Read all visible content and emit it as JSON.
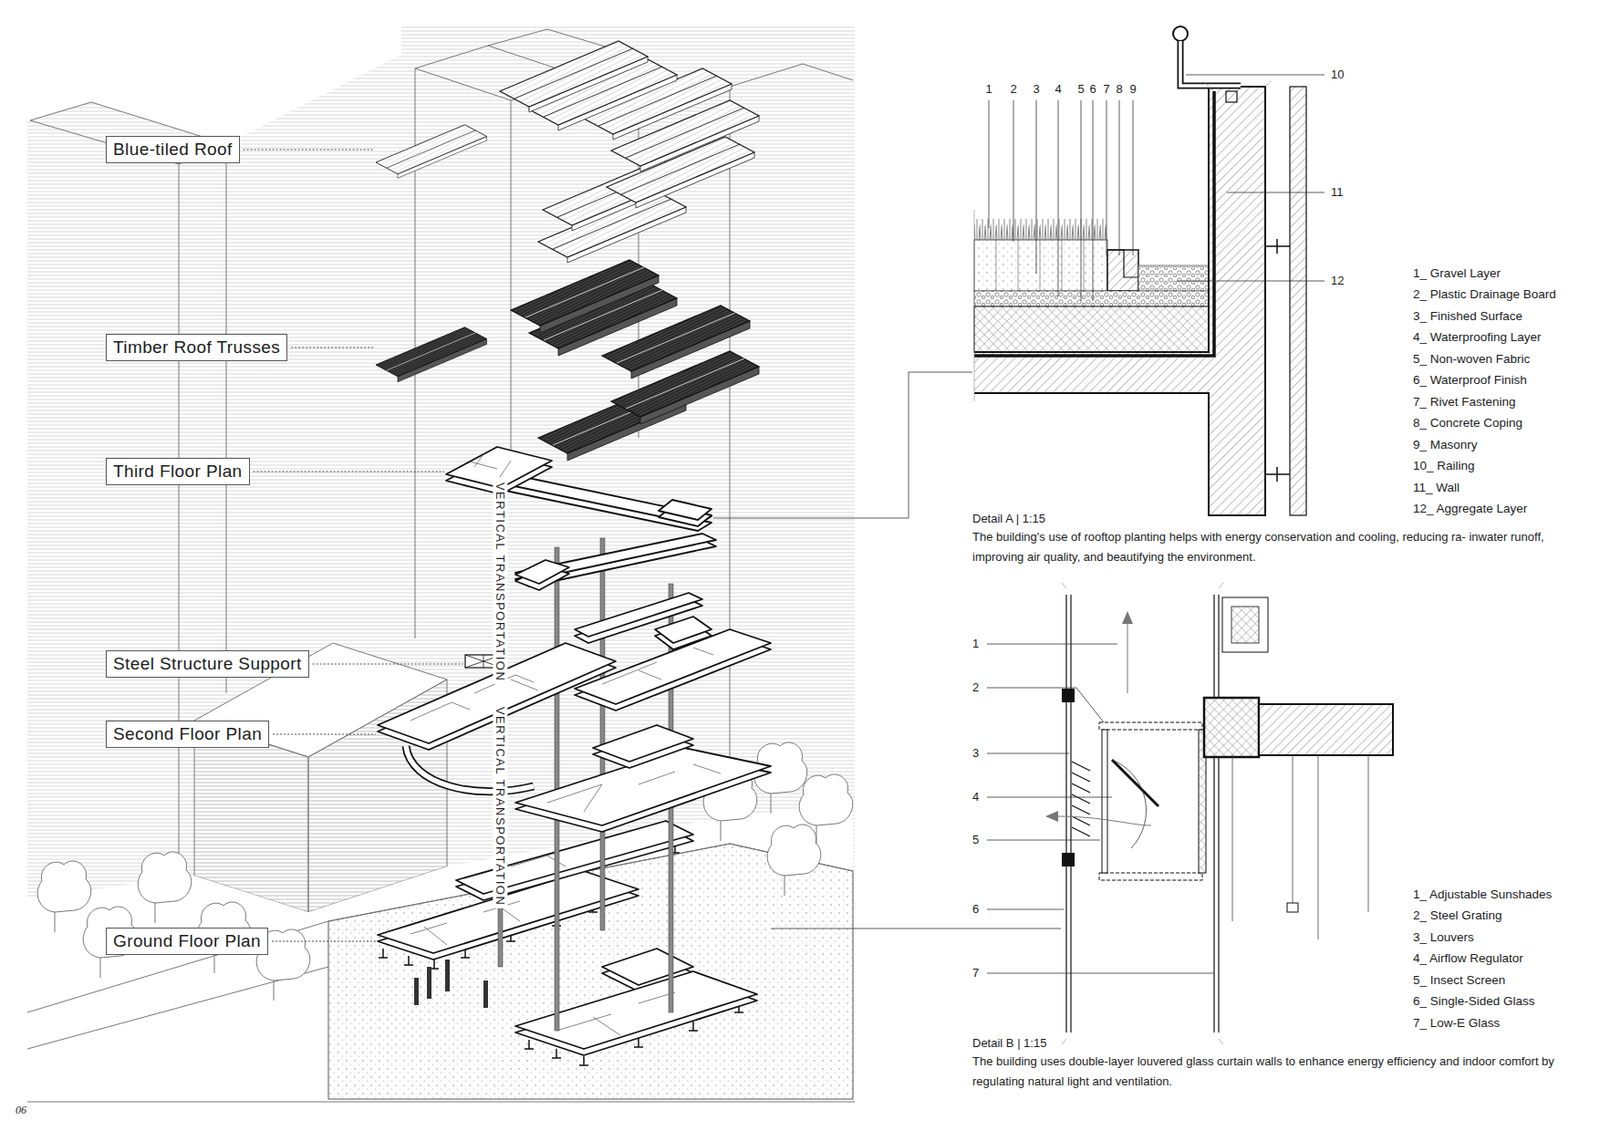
{
  "diagram": {
    "nodes": [
      {
        "text": [
          "Blue-tiled Roof"
        ]
      },
      {
        "text": [
          "Timber Roof Trusses"
        ]
      },
      {
        "text": [
          "Third Floor Plan"
        ]
      },
      {
        "text": [
          "Steel Structure Support"
        ]
      },
      {
        "text": [
          "Second Floor Plan"
        ]
      },
      {
        "text": [
          "Ground Floor Plan"
        ]
      }
    ],
    "labels": [
      "VERTICAL TRANSPORTATION",
      "VERTICAL TRANSPORTATION",
      "1",
      "2",
      "3",
      "4",
      "5",
      "6",
      "7",
      "8",
      "9",
      "10",
      "11",
      "12",
      "1_ Gravel Layer",
      "2_ Plastic Drainage Board",
      "3_ Finished Surface",
      "4_ Waterproofing Layer",
      "5_ Non-woven Fabric",
      "6_ Waterproof Finish",
      "7_ Rivet Fastening",
      "8_ Concrete Coping",
      "9_ Masonry",
      "10_ Railing",
      "11_ Wall",
      "12_ Aggregate Layer",
      "Detail A | 1:15",
      "The building's use of rooftop planting helps with energy conservation and cooling, reducing ra- inwater runoff, improving air quality, and beautifying the environment.",
      "1",
      "2",
      "3",
      "4",
      "5",
      "6",
      "7",
      "1_ Adjustable Sunshades",
      "2_ Steel Grating",
      "3_ Louvers",
      "4_ Airflow Regulator",
      "5_ Insect Screen",
      "6_ Single-Sided Glass",
      "7_ Low-E Glass",
      "Detail B | 1:15",
      "The building uses double-layer louvered glass curtain walls to enhance energy efficiency and indoor comfort by regulating natural light and ventilation.",
      "06"
    ]
  }
}
